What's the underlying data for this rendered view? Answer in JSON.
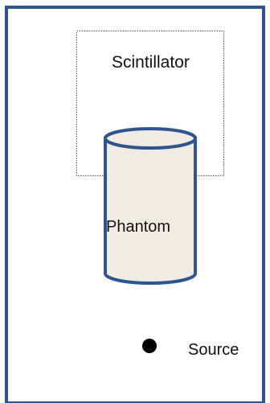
{
  "labels": {
    "scintillator": "Scintillator",
    "phantom": "Phantom",
    "source": "Source"
  },
  "colors": {
    "frame": "#2f5590",
    "phantom_fill": "#efece3",
    "phantom_stroke": "#2f5590",
    "scintillator_border": "#555555",
    "beam_line": "#9a9a9a",
    "source_dot": "#000000"
  }
}
